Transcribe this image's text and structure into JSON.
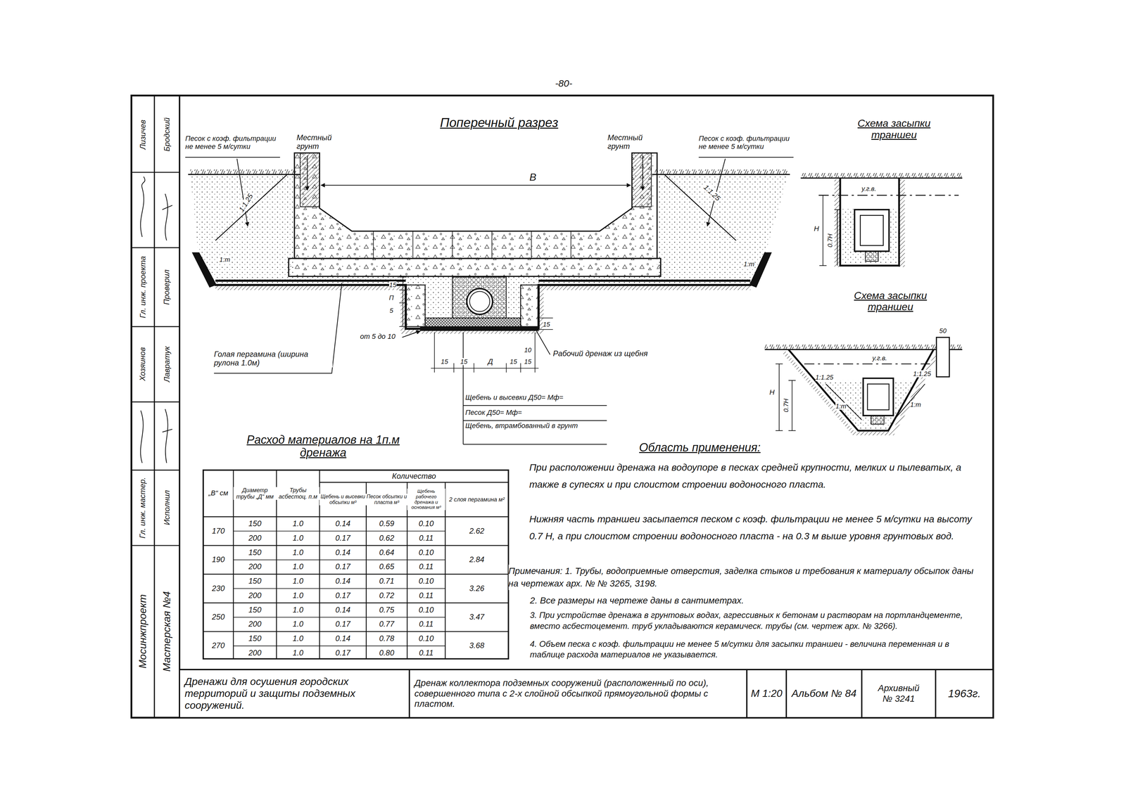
{
  "diagram": {
    "title": "Поперечный разрез",
    "nodes": [
      {
        "text": [
          "Дренажи для осушения городских территорий и защиты подземных сооружений."
        ]
      },
      {
        "text": [
          "Дренаж коллектора подземных сооружений (расположенный по оси), совершенного типа с 2-х слойной обсыпкой прямоугольной формы с пластом."
        ]
      },
      {
        "text": [
          "М 1:20"
        ]
      },
      {
        "text": [
          "Альбом № 84"
        ]
      },
      {
        "text": [
          "Архивный",
          "№ 3241"
        ]
      },
      {
        "text": [
          "1963г."
        ]
      }
    ],
    "labels": [
      "-80-",
      "Песок с коэф. фильтрации не менее 5 м/сутки",
      "Местный грунт",
      "Местный грунт",
      "Песок с коэф. фильтрации не менее 5 м/сутки",
      "В",
      "1:1.25",
      "1:1.25",
      "1:m",
      "1:m",
      "15",
      "5",
      "П",
      "от 5 до 10",
      "Голая пергамина (ширина рулона 1.0м)",
      "Рабочий дренаж из щебня",
      "15",
      "15",
      "Д",
      "15",
      "15",
      "10",
      "15",
      "Щебень и высевки Д50= Мф=",
      "Песок Д50= Мф=",
      "Щебень, втрамбованный в грунт",
      "Схема засыпки траншеи",
      "у.г.в.",
      "Н",
      "0.7Н",
      "Схема засыпки траншеи",
      "50",
      "у.г.в.",
      "Н",
      "0.7Н",
      "1:1.25",
      "1:1.25",
      "1:m",
      "1:m",
      "Расход материалов на 1п.м дренажа",
      "Область применения:",
      "При расположении дренажа на водоупоре в песках средней крупности, мелких и пылеватых, а также в супесях и при слоистом строении водоносного пласта.",
      "Нижняя часть траншеи засыпается песком с коэф. фильтрации не менее 5 м/сутки на высоту 0.7 Н, а при слоистом строении водоносного пласта - на 0.3 м выше уровня грунтовых вод.",
      "Примечания: 1. Трубы, водоприемные отверстия, заделка стыков и требования к материалу обсыпок даны на чертежах арх. № № 3265, 3198.",
      "2. Все размеры на чертеже даны в сантиметрах.",
      "3. При устройстве дренажа в грунтовых водах, агрессивных к бетонам и растворам на портландцементе, вместо асбестоцемент. труб укладываются керамическ. трубы (см. чертеж арх. № 3266).",
      "4. Объем песка с коэф. фильтрации не менее 5 м/сутки для засыпки траншеи - величина переменная и в таблице расхода материалов не указывается.",
      "„В“ см",
      "Диаметр трубы „Д“ мм",
      "Трубы асбестоц. п.м",
      "Количество",
      "Щебень и высевки обсыпки м³",
      "Песок обсыпки и пласта м³",
      "Щебень рабочего дренажа и основания м³",
      "2 слоя пергамина м²",
      "170",
      "150",
      "1.0",
      "0.14",
      "0.59",
      "0.10",
      "2.62",
      "200",
      "1.0",
      "0.17",
      "0.62",
      "0.11",
      "190",
      "150",
      "1.0",
      "0.14",
      "0.64",
      "0.10",
      "2.84",
      "200",
      "1.0",
      "0.17",
      "0.65",
      "0.11",
      "230",
      "150",
      "1.0",
      "0.14",
      "0.71",
      "0.10",
      "3.26",
      "200",
      "1.0",
      "0.17",
      "0.72",
      "0.11",
      "250",
      "150",
      "1.0",
      "0.14",
      "0.75",
      "0.10",
      "3.47",
      "200",
      "1.0",
      "0.17",
      "0.77",
      "0.11",
      "270",
      "150",
      "1.0",
      "0.14",
      "0.78",
      "0.10",
      "3.68",
      "200",
      "1.0",
      "0.17",
      "0.80",
      "0.11",
      "Лизичев",
      "Бродский",
      "Гл. инж. проекта",
      "Проверил",
      "Хозяинов",
      "Лавратук",
      "Гл. инж. мастер.",
      "Исполнил",
      "Мосинжпроект",
      "Мастерская №4"
    ]
  }
}
